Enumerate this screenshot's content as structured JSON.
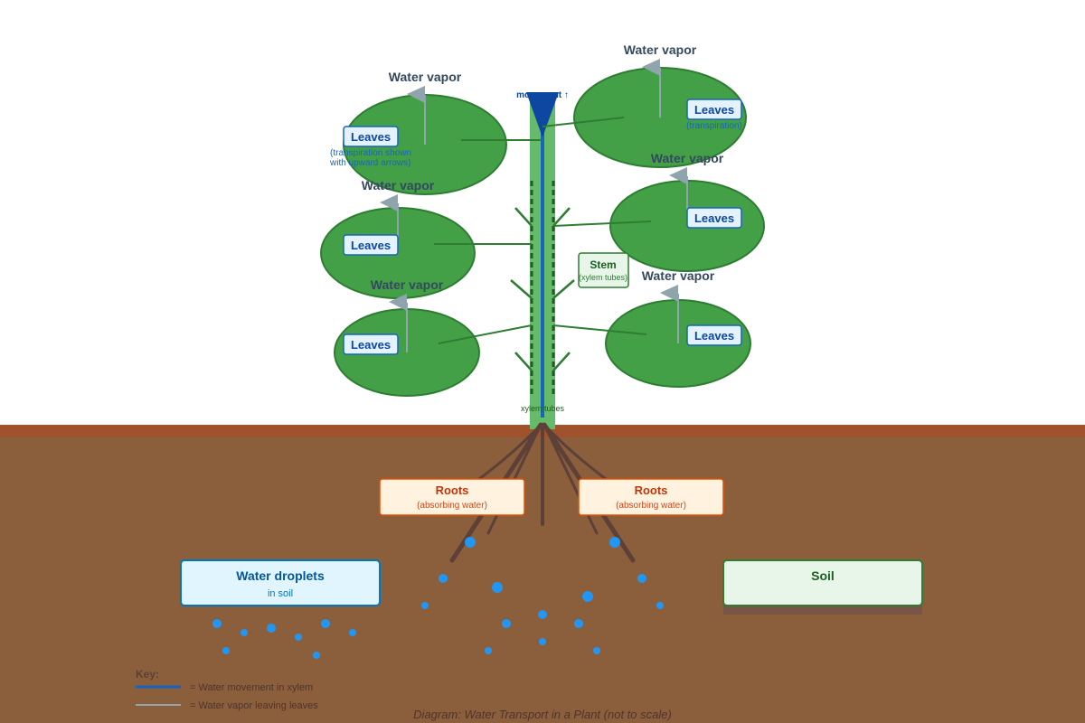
{
  "labels": {
    "water_vapor": "Water vapor",
    "leaves": "Leaves",
    "leaf_note_1a": "(transpiration shown",
    "leaf_note_1b": "with upward arrows)",
    "leaf_note_2": "(transpiration)",
    "stem_title": "Stem",
    "stem_note": "(xylem tubes)",
    "flow_label": "movement ↑",
    "xylem_label": "xylem tubes",
    "roots": "Roots",
    "roots_note": "(absorbing water)",
    "water_droplets": "Water droplets",
    "water_droplets_note": "in soil",
    "soil": "Soil",
    "key_title": "Key:",
    "key_xylem": "= Water movement in xylem",
    "key_vapor": "= Water vapor leaving leaves",
    "caption": "Diagram: Water Transport in a Plant (not to scale)"
  },
  "colors": {
    "leaf": "#43a047",
    "leaf_edge": "#2e7d32",
    "stem": "#66bb6a",
    "xylem": "#1565c0",
    "soil": "#8b5e3c",
    "soil_top": "#a0522d",
    "root": "#5d4037",
    "droplet": "#2196f3",
    "vapor_arrow": "#90a4ae"
  },
  "icons": {
    "vapor_arrow": "up-arrow-icon",
    "flow_arrow": "down-triangle-icon",
    "droplet": "water-droplet-icon"
  }
}
